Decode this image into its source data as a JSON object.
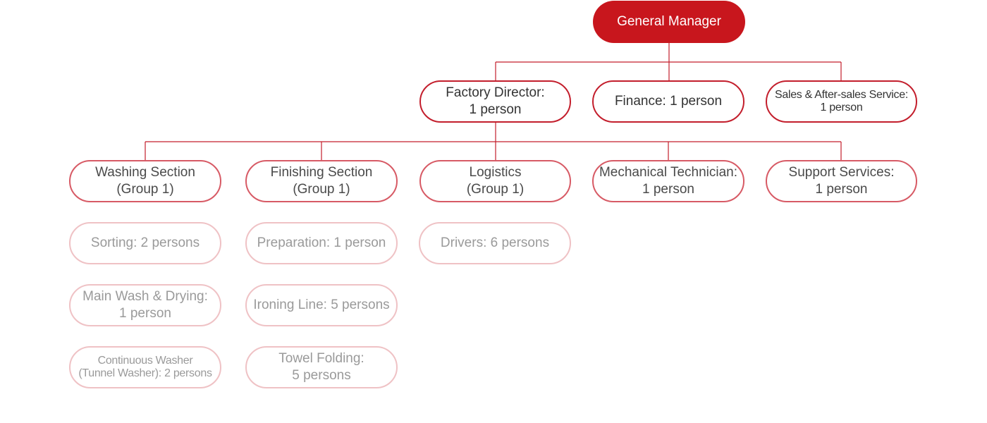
{
  "colors": {
    "top_fill": "#c8161d",
    "level1_border": "#c31e2c",
    "level2_border": "#d75a65",
    "level3_border": "#efc2c5",
    "connector": "#c31e2c"
  },
  "org": {
    "general_manager": "General Manager",
    "level1": [
      {
        "id": "factory_director",
        "label": "Factory Director:\n1 person"
      },
      {
        "id": "finance",
        "label": "Finance: 1 person"
      },
      {
        "id": "sales",
        "label": "Sales & After-sales Service:\n1 person"
      }
    ],
    "level2": [
      {
        "id": "washing",
        "label": "Washing Section\n(Group 1)"
      },
      {
        "id": "finishing",
        "label": "Finishing Section\n(Group 1)"
      },
      {
        "id": "logistics",
        "label": "Logistics\n(Group 1)"
      },
      {
        "id": "mechanical",
        "label": "Mechanical Technician:\n1 person"
      },
      {
        "id": "support",
        "label": "Support Services:\n1 person"
      }
    ],
    "washing_units": [
      "Sorting: 2 persons",
      "Main Wash & Drying:\n1 person",
      "Continuous Washer\n(Tunnel Washer): 2 persons"
    ],
    "finishing_units": [
      "Preparation: 1 person",
      "Ironing Line: 5 persons",
      "Towel Folding:\n5 persons"
    ],
    "logistics_units": [
      "Drivers: 6 persons"
    ]
  }
}
